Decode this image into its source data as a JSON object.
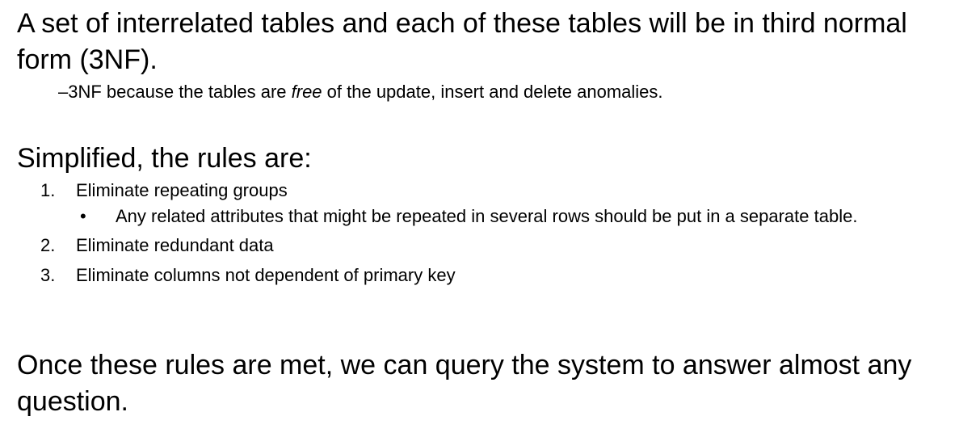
{
  "intro": {
    "text": "A set of interrelated tables and each of these tables will be in third normal form (3NF).",
    "note_prefix": "–3NF because the tables are ",
    "note_emphasis": "free",
    "note_suffix": " of the update, insert and delete anomalies."
  },
  "rules": {
    "heading": "Simplified, the rules are:",
    "items": [
      {
        "number": "1.",
        "label": "Eliminate repeating groups",
        "bullet": "Any related attributes that might be repeated in several rows should be put in a separate table."
      },
      {
        "number": "2.",
        "label": "Eliminate redundant data"
      },
      {
        "number": "3.",
        "label": "Eliminate columns not dependent of primary key"
      }
    ],
    "bullet_glyph": "•"
  },
  "closing": {
    "text": "Once these rules are met, we can query the system to answer almost any question."
  }
}
